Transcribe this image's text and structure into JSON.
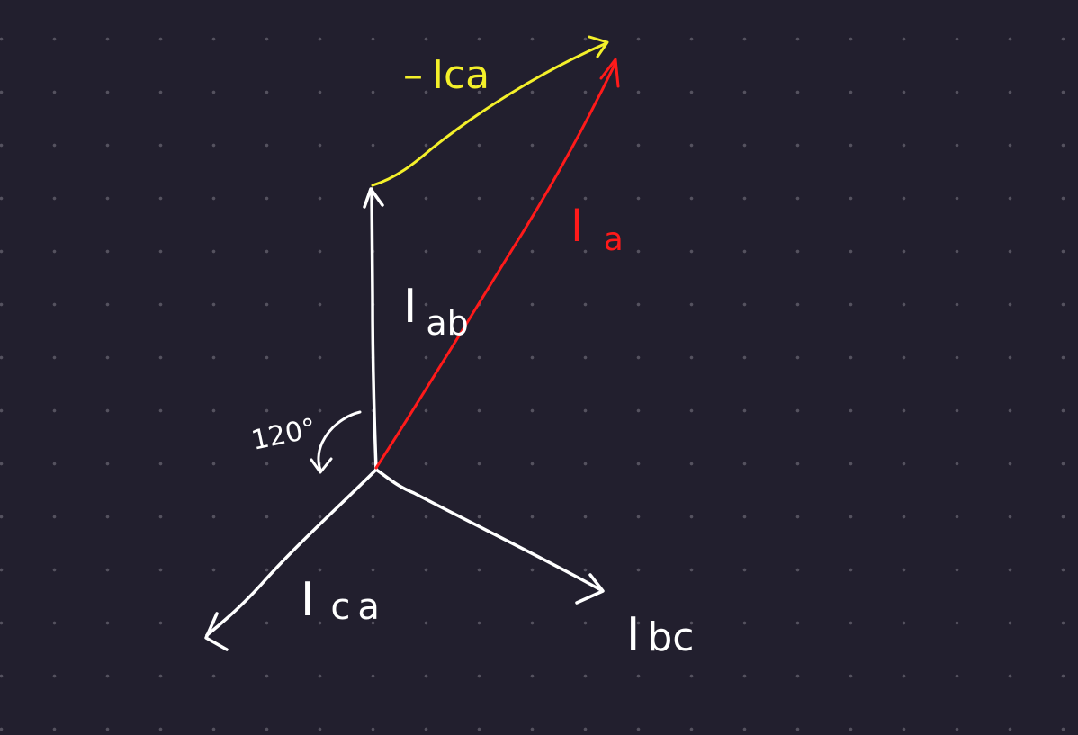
{
  "colors": {
    "background": "#221f2e",
    "dots": "#55525f",
    "white": "#ffffff",
    "red": "#ff1a1a",
    "yellow": "#f4f02a"
  },
  "labels": {
    "neg_ica": {
      "prefix": "–",
      "main": "Ica"
    },
    "ia": {
      "main": "I",
      "sub": "a"
    },
    "iab": {
      "main": "I",
      "sub": "ab"
    },
    "ica": {
      "main": "I",
      "sub": "ca"
    },
    "ibc": {
      "main": "I",
      "sub": "bc"
    },
    "angle": "120°"
  }
}
